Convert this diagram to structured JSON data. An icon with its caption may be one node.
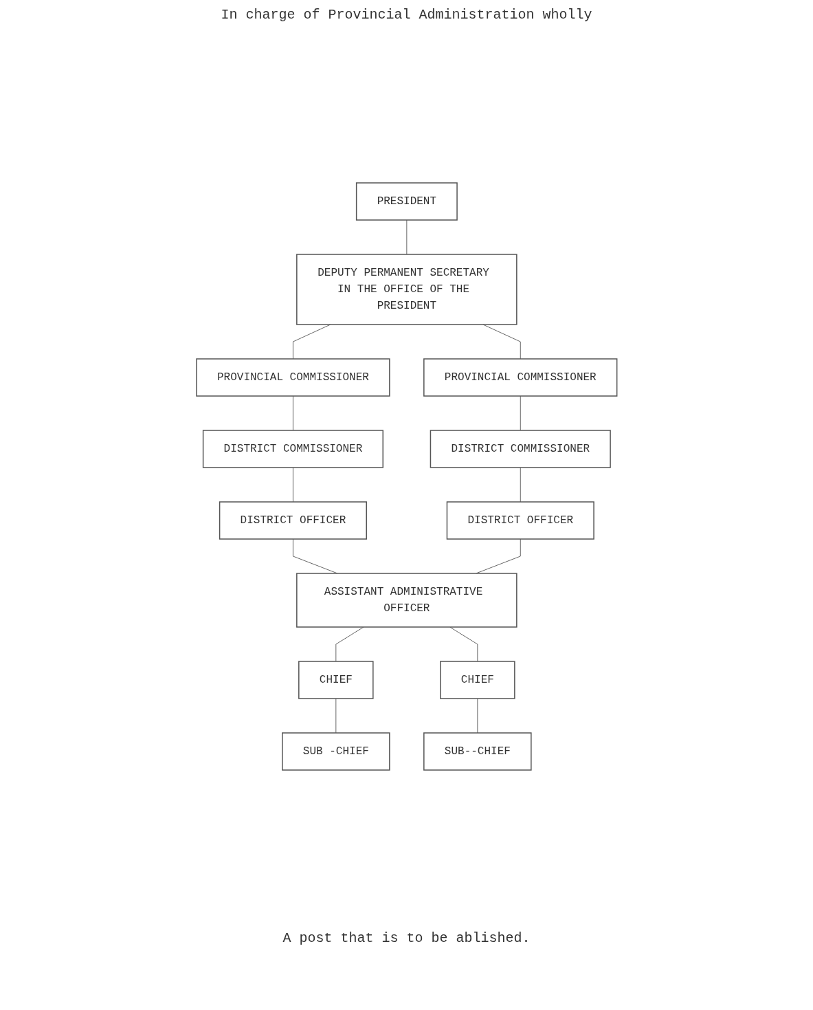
{
  "diagram": {
    "nodes": [
      {
        "text": [
          "PRESIDENT"
        ]
      },
      {
        "text": [
          "DEPUTY PERMANENT SECRETARY IN THE OFFICE OF THE PRESIDENT"
        ]
      },
      {
        "text": [
          "PROVINCIAL COMMISSIONER"
        ]
      },
      {
        "text": [
          "DISTRICT COMMISSIONER"
        ]
      },
      {
        "text": [
          "DISTRICT OFFICER"
        ]
      },
      {
        "text": [
          "PROVINCIAL COMMISSIONER"
        ]
      },
      {
        "text": [
          "DISTRICT COMMISSIONER"
        ]
      },
      {
        "text": [
          "DISTRICT OFFICER"
        ]
      },
      {
        "text": [
          "ASSISTANT ADMINISTRATIVE OFFICER"
        ]
      },
      {
        "text": [
          "CHIEF"
        ]
      },
      {
        "text": [
          "SUB -CHIEF"
        ]
      },
      {
        "text": [
          "CHIEF"
        ]
      },
      {
        "text": [
          "SUB--CHIEF"
        ]
      }
    ],
    "edges": [
      {
        "from": 0,
        "to": 1,
        "arrow": "none"
      },
      {
        "from": 1,
        "to": 2,
        "arrow": "none"
      },
      {
        "from": 1,
        "to": 5,
        "arrow": "none"
      },
      {
        "from": 2,
        "to": 3,
        "arrow": "none"
      },
      {
        "from": 3,
        "to": 4,
        "arrow": "none"
      },
      {
        "from": 5,
        "to": 6,
        "arrow": "none"
      },
      {
        "from": 6,
        "to": 7,
        "arrow": "none"
      },
      {
        "from": 4,
        "to": 8,
        "arrow": "none"
      },
      {
        "from": 7,
        "to": 8,
        "arrow": "none"
      },
      {
        "from": 8,
        "to": 9,
        "arrow": "none"
      },
      {
        "from": 9,
        "to": 10,
        "arrow": "none"
      },
      {
        "from": 8,
        "to": 11,
        "arrow": "none"
      },
      {
        "from": 11,
        "to": 12,
        "arrow": "none"
      }
    ],
    "labels": [
      "In charge of Provincial Administration wholly",
      "A post that is to be ablished."
    ]
  }
}
